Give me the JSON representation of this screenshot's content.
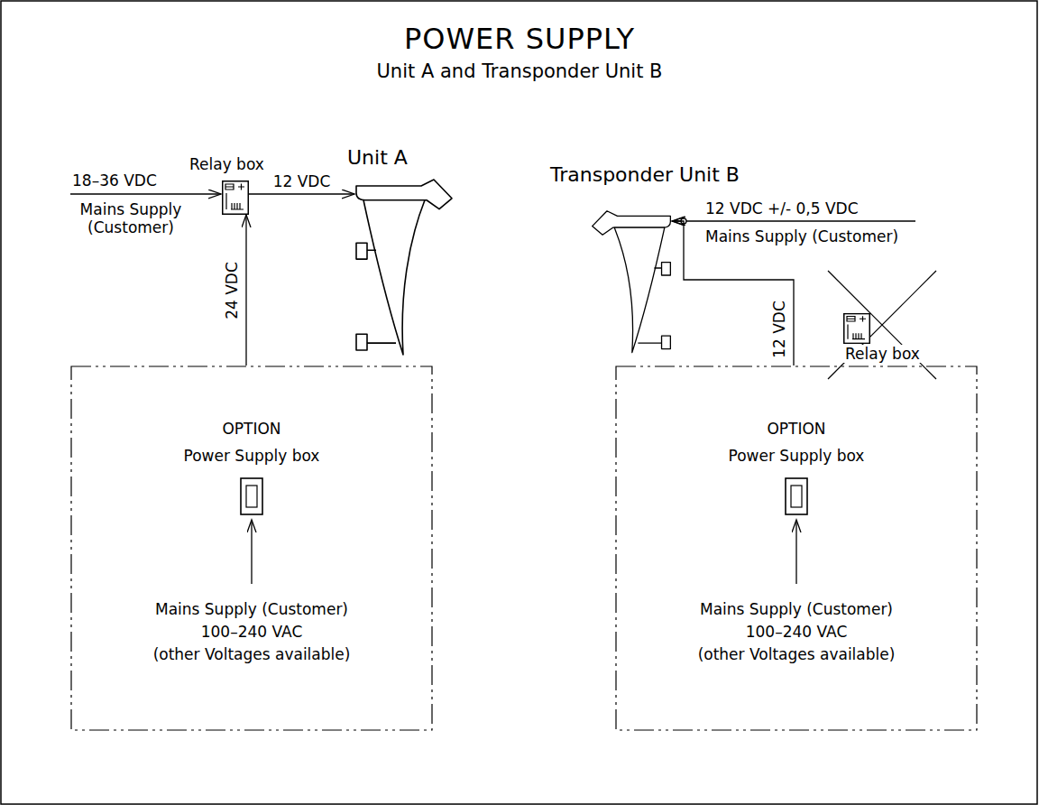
{
  "diagram": {
    "title": "POWER SUPPLY",
    "nodes": [
      {
        "text": [
          "Relay box"
        ]
      },
      {
        "text": [
          "Unit A"
        ]
      },
      {
        "text": [
          "OPTION",
          "Power Supply box",
          "Mains Supply (Customer)",
          "100–240 VAC",
          "(other Voltages available)"
        ]
      },
      {
        "text": [
          "Transponder Unit B"
        ]
      },
      {
        "text": [
          "Relay box"
        ]
      },
      {
        "text": [
          "OPTION",
          "Power Supply box",
          "Mains Supply (Customer)",
          "100–240 VAC",
          "(other Voltages available)"
        ]
      }
    ],
    "edges": [
      {
        "from": 0,
        "to": 1,
        "arrow": "to",
        "label": "12 VDC"
      },
      {
        "from": 2,
        "to": 0,
        "arrow": "to",
        "label": "24 VDC"
      },
      {
        "from": 5,
        "to": 3,
        "arrow": "to",
        "label": "12 VDC"
      }
    ],
    "labels": [
      "18–36 VDC",
      "Mains Supply (Customer)",
      "12 VDC +/- 0,5 VDC",
      "Mains Supply (Customer)",
      "Unit A and Transponder Unit B"
    ]
  }
}
